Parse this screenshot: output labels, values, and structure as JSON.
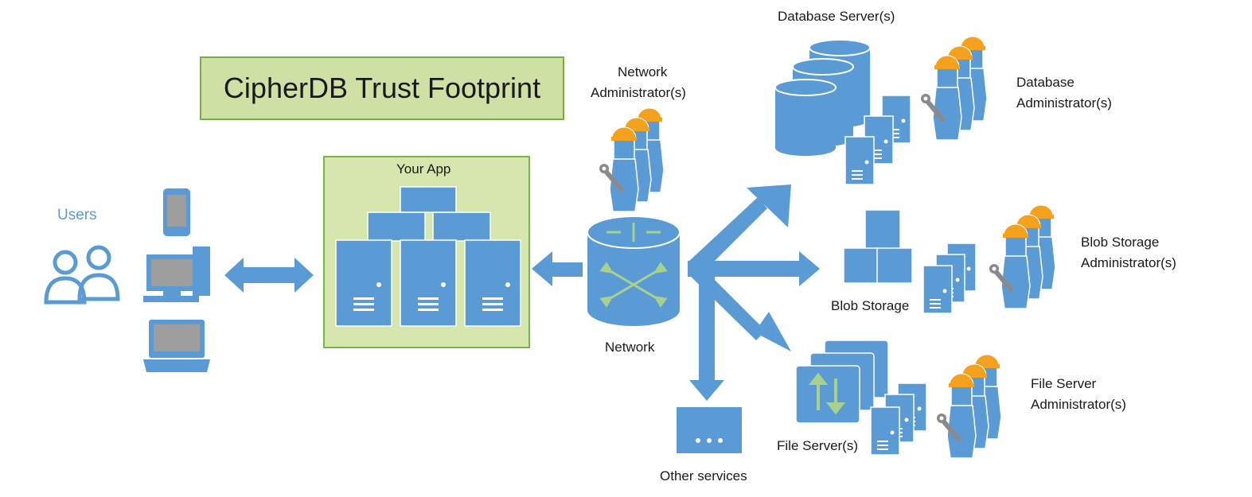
{
  "title": "CipherDB Trust Footprint",
  "colors": {
    "blue": "#5b9bd5",
    "app_fill": "#d6e6ac",
    "app_border": "#7cb24a",
    "hat": "#f4a11d",
    "green": "#a9d18e"
  },
  "labels": {
    "users": "Users",
    "your_app": "Your App",
    "network": "Network",
    "network_admin": [
      "Network",
      "Administrator(s)"
    ],
    "database_servers": "Database Server(s)",
    "database_admin": [
      "Database",
      "Administrator(s)"
    ],
    "blob_storage": "Blob Storage",
    "blob_admin": [
      "Blob Storage",
      "Administrator(s)"
    ],
    "file_servers": "File Server(s)",
    "file_admin": [
      "File Server",
      "Administrator(s)"
    ],
    "other_services": "Other services"
  },
  "icons": {
    "users": "users-icon",
    "devices": [
      "phone-icon",
      "desktop-icon",
      "laptop-icon"
    ],
    "app_servers": "server-cluster-icon",
    "network": "router-icon",
    "database": "database-icon",
    "blob": "blob-storage-icon",
    "file_server": "file-server-icon",
    "admin": "administrator-icon",
    "other_services": "other-services-icon"
  }
}
